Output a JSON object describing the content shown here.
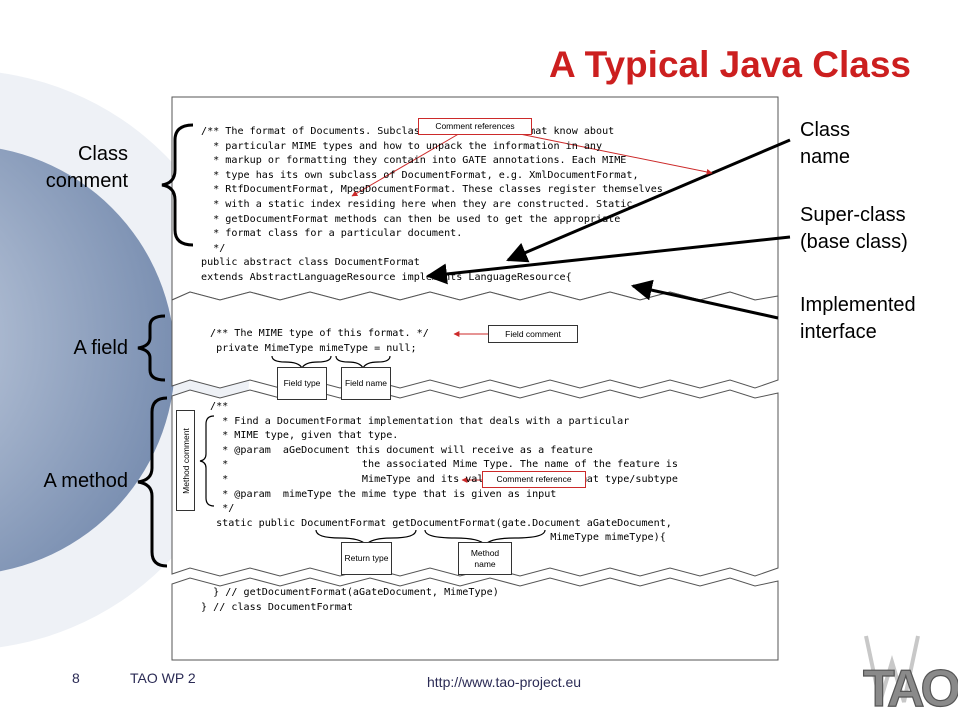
{
  "title": "A Typical Java Class",
  "left_labels": {
    "class_comment": "Class comment",
    "field": "A field",
    "method": "A method"
  },
  "right_labels": {
    "class_name": "Class name",
    "super_class": "Super-class (base class)",
    "implemented_interface": "Implemented interface"
  },
  "code": {
    "class_block": [
      {
        "t": "/** The format of Documents. Subclasses of DocumentFormat know about"
      },
      {
        "t": "  * particular MIME types and how to unpack the information in any"
      },
      {
        "t": "  * markup or formatting they contain into GATE annotations. Each MIME"
      },
      {
        "t": "  * type has its own subclass of DocumentFormat, e.g. XmlDocumentFormat,"
      },
      {
        "t": "  * RtfDocumentFormat, MpegDocumentFormat. These classes register themselves"
      },
      {
        "t": "  * with a static index residing here when they are constructed. Static"
      },
      {
        "t": "  * getDocumentFormat methods can then be used to get the appropriate"
      },
      {
        "t": "  * format class for a particular document."
      },
      {
        "t": "  */"
      },
      {
        "t": "public abstract class DocumentFormat"
      },
      {
        "t": "extends AbstractLanguageResource implements LanguageResource{"
      }
    ],
    "field_block": [
      {
        "t": "/** The MIME type of this format. */"
      },
      {
        "t": " private MimeType mimeType = null;"
      }
    ],
    "method_block": [
      {
        "t": "/**"
      },
      {
        "t": "  * Find a DocumentFormat implementation that deals with a particular"
      },
      {
        "t": "  * MIME type, given that type."
      },
      {
        "t": "  * @param  aGeDocument this document will receive as a feature"
      },
      {
        "t": "  *                      the associated Mime Type. The name of the feature is"
      },
      {
        "t": "  *                      MimeType and its value is in the format type/subtype"
      },
      {
        "t": "  * @param  mimeType the mime type that is given as input"
      },
      {
        "t": "  */"
      },
      {
        "t": " static public DocumentFormat getDocumentFormat(gate.Document aGateDocument,"
      },
      {
        "t": "                                                        MimeType mimeType){"
      }
    ],
    "end_block": [
      {
        "t": "  } // getDocumentFormat(aGateDocument, MimeType)"
      },
      {
        "t": ""
      },
      {
        "t": "} // class DocumentFormat"
      }
    ]
  },
  "callouts": {
    "comment_references": "Comment references",
    "field_comment": "Field comment",
    "field_type": "Field type",
    "field_name": "Field name",
    "method_comment": "Method comment",
    "comment_reference": "Comment reference",
    "return_type": "Return type",
    "method_name": "Method name"
  },
  "footer": {
    "page_number": "8",
    "project": "TAO WP 2",
    "url": "http://www.tao-project.eu"
  },
  "logo_text": "TAO",
  "colors": {
    "title": "#cc1f1f",
    "callout_red": "#cc2a2a",
    "footer": "#2b2b55",
    "circle": "#8a9fbf"
  }
}
